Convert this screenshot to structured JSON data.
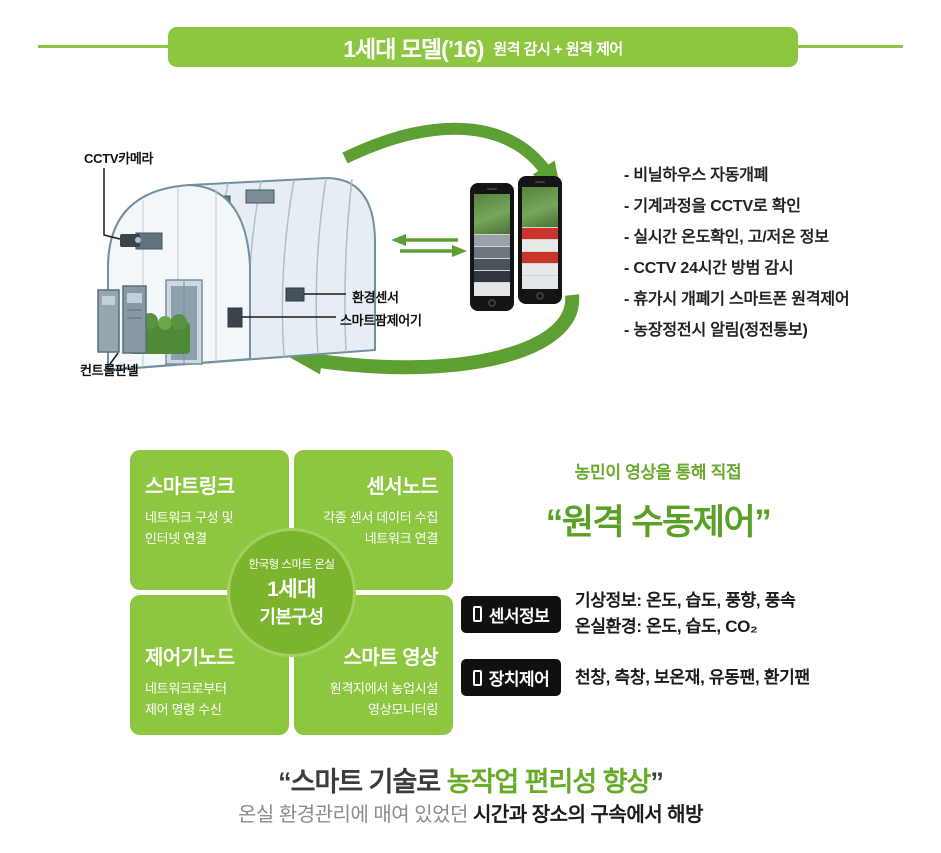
{
  "colors": {
    "accent_green": "#8dc63f",
    "arrow_green": "#5d9f33",
    "headline_green": "#58a125",
    "badge_black": "#101010",
    "alert_red": "#c9342b"
  },
  "banner": {
    "title": "1세대 모델(’16)",
    "subtitle": "원격 감시 + 원격 제어"
  },
  "diagram": {
    "labels": {
      "cctv": "CCTV카메라",
      "env_sensor": "환경센서",
      "smartfarm_controller": "스마트팜제어기",
      "control_panel": "컨트롤판넬"
    },
    "features": [
      "- 비닐하우스 자동개폐",
      "- 기계과정을 CCTV로 확인",
      "- 실시간 온도확인, 고/저온 정보",
      "- CCTV 24시간 방범 감시",
      "- 휴가시 개폐기 스마트폰 원격제어",
      "- 농장정전시 알림(정전통보)"
    ]
  },
  "composition": {
    "boxes": [
      {
        "title": "스마트링크",
        "line1": "네트워크 구성 및",
        "line2": "인터넷 연결"
      },
      {
        "title": "센서노드",
        "line1": "각종 센서 데이터 수집",
        "line2": "네트워크 연결"
      },
      {
        "title": "제어기노드",
        "line1": "네트워크로부터",
        "line2": "제어 명령 수신"
      },
      {
        "title": "스마트 영상",
        "line1": "원격지에서 농업시설",
        "line2": "영상모니터링"
      }
    ],
    "center": {
      "top": "한국형 스마트 온실",
      "mid": "1세대",
      "bottom": "기본구성"
    }
  },
  "remote": {
    "lead": "농민이 영상을 통해 직접",
    "headline": "“원격 수동제어”"
  },
  "info": [
    {
      "badge": "센서정보",
      "line1": "기상정보: 온도, 습도, 풍향, 풍속",
      "line2": "온실환경: 온도, 습도, CO₂"
    },
    {
      "badge": "장치제어",
      "line1": "천창, 측창, 보온재, 유동팬, 환기팬"
    }
  ],
  "footer": {
    "quote_prefix": "“스마트 기술로 ",
    "highlight": "농작업 편리성 향상",
    "quote_suffix": "”",
    "sub_plain": "온실 환경관리에 매여 있었던 ",
    "sub_bold": "시간과 장소의 구속에서 해방"
  }
}
